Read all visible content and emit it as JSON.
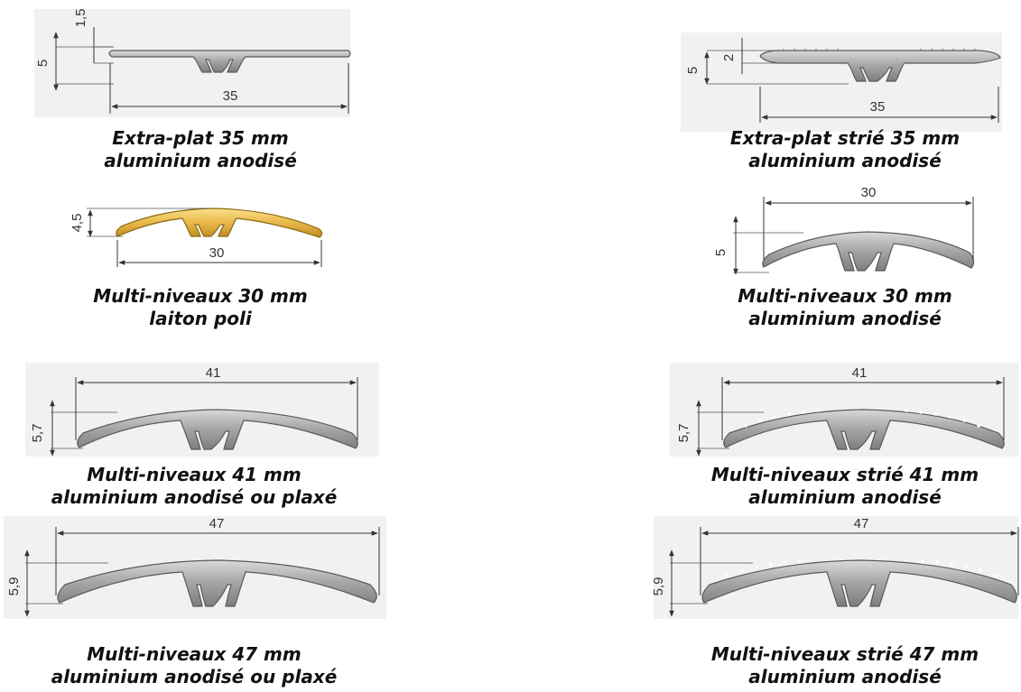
{
  "colors": {
    "aluminium": "#a8a8a8",
    "brass": "#e8b84a",
    "text": "#111111",
    "panel": "#f1f1f1"
  },
  "profiles": [
    {
      "id": "extra-plat-35",
      "line1": "Extra-plat 35 mm",
      "line2": "aluminium anodisé",
      "dims": {
        "width": "35",
        "height": "5",
        "thickness": "1,5"
      }
    },
    {
      "id": "extra-plat-strie-35",
      "line1": "Extra-plat strié 35 mm",
      "line2": "aluminium anodisé",
      "dims": {
        "width": "35",
        "height": "5",
        "thickness": "2"
      }
    },
    {
      "id": "multi-niveaux-30-laiton",
      "line1": "Multi-niveaux 30 mm",
      "line2": "laiton poli",
      "dims": {
        "width": "30",
        "height": "4,5"
      }
    },
    {
      "id": "multi-niveaux-30-alu",
      "line1": "Multi-niveaux 30 mm",
      "line2": "aluminium anodisé",
      "dims": {
        "width": "30",
        "height": "5"
      }
    },
    {
      "id": "multi-niveaux-41",
      "line1": "Multi-niveaux 41 mm",
      "line2": "aluminium anodisé ou plaxé",
      "dims": {
        "width": "41",
        "height": "5,7"
      }
    },
    {
      "id": "multi-niveaux-strie-41",
      "line1": "Multi-niveaux strié 41 mm",
      "line2": "aluminium anodisé",
      "dims": {
        "width": "41",
        "height": "5,7"
      }
    },
    {
      "id": "multi-niveaux-47",
      "line1": "Multi-niveaux 47 mm",
      "line2": "aluminium anodisé ou plaxé",
      "dims": {
        "width": "47",
        "height": "5,9"
      }
    },
    {
      "id": "multi-niveaux-strie-47",
      "line1": "Multi-niveaux strié 47 mm",
      "line2": "aluminium anodisé",
      "dims": {
        "width": "47",
        "height": "5,9"
      }
    }
  ]
}
